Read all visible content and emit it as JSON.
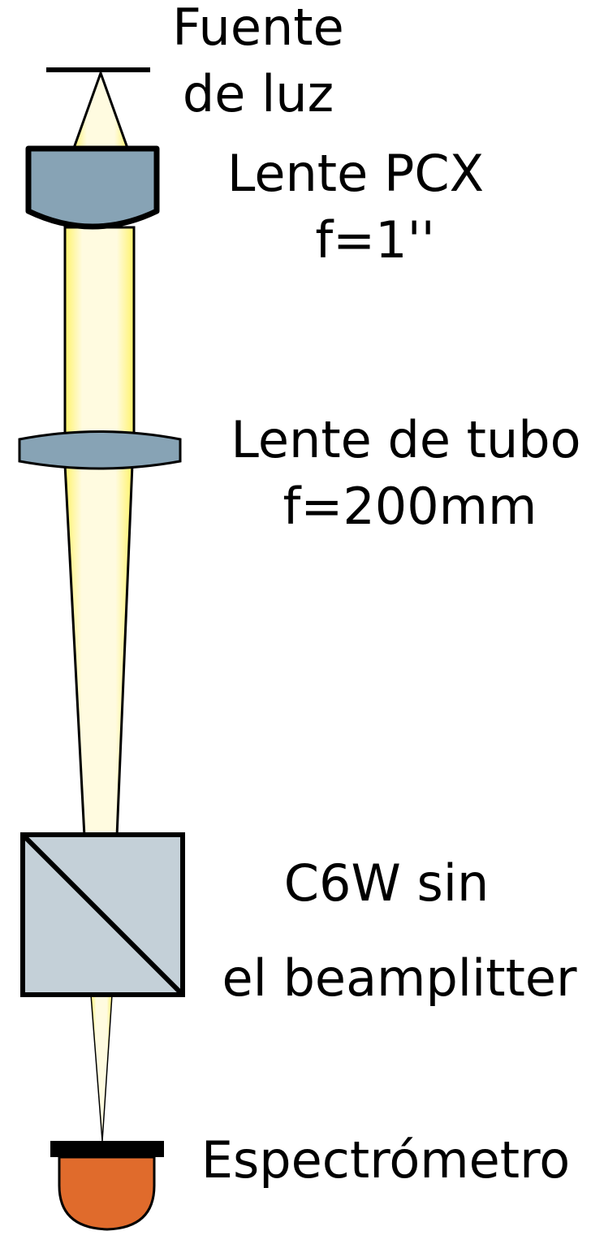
{
  "labels": {
    "light_source": [
      "Fuente",
      "de luz"
    ],
    "pcx_lens": [
      "Lente PCX",
      "f=1''"
    ],
    "tube_lens": [
      "Lente de tubo",
      "f=200mm"
    ],
    "c6w": [
      "C6W sin",
      "el beamplitter"
    ],
    "spectrometer": [
      "Espectrómetro"
    ]
  },
  "colors": {
    "beam": "#fffbe0",
    "beam_edge": "#fff36a",
    "lens": "#87a3b5",
    "cube": "#c4d0d8",
    "spectrometer": "#e06b2c",
    "outline": "#000000"
  }
}
